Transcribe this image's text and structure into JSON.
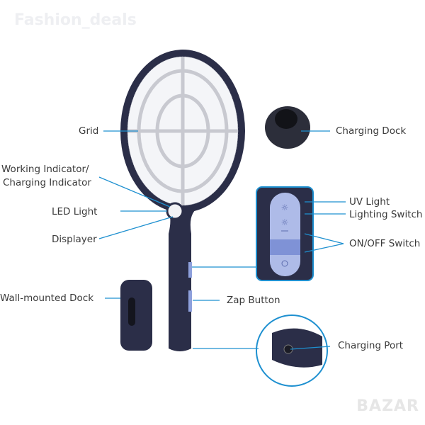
{
  "watermark": "Fashion_deals",
  "brand_logo": "BAZAR",
  "colors": {
    "accent": "#1e90d0",
    "body": "#2b2e48",
    "switch": "#8ea0dc"
  },
  "labels": {
    "grid": "Grid",
    "working_indicator_1": "Working Indicator/",
    "working_indicator_2": "Charging Indicator",
    "led_light": "LED Light",
    "displayer": "Displayer",
    "wall_dock": "Wall-mounted Dock",
    "charging_dock": "Charging Dock",
    "uv_light": "UV Light",
    "lighting_switch": "Lighting Switch",
    "on_off_switch": "ON/OFF Switch",
    "zap_button": "Zap Button",
    "charging_port": "Charging Port"
  }
}
